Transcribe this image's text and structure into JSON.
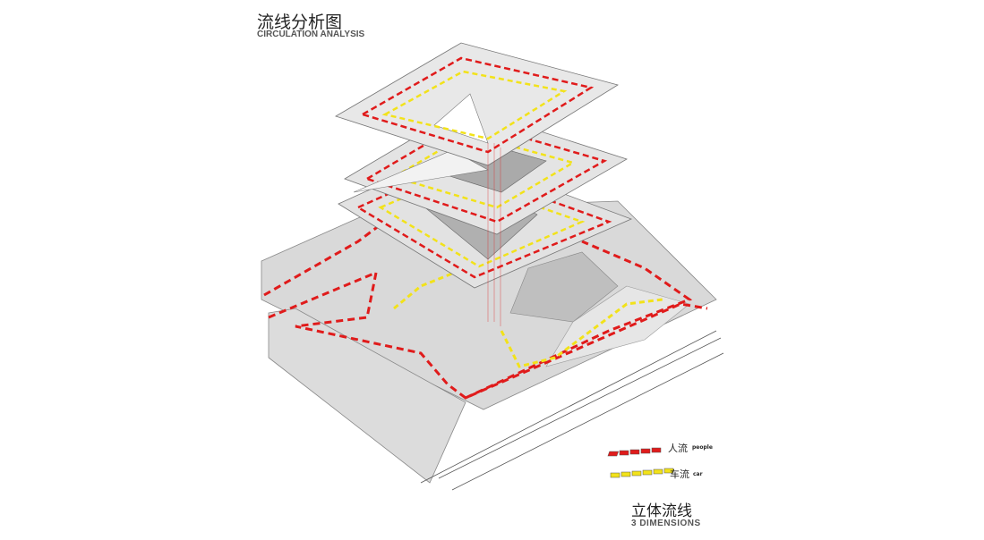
{
  "title": {
    "cn": "流线分析图",
    "en": "CIRCULATION ANALYSIS"
  },
  "subtitle": {
    "cn": "立体流线",
    "en": "3 DIMENSIONS"
  },
  "legend": [
    {
      "cn": "人流",
      "en": "people",
      "color": "#e01b1b"
    },
    {
      "cn": "车流",
      "en": "car",
      "color": "#f2e21a"
    }
  ]
}
